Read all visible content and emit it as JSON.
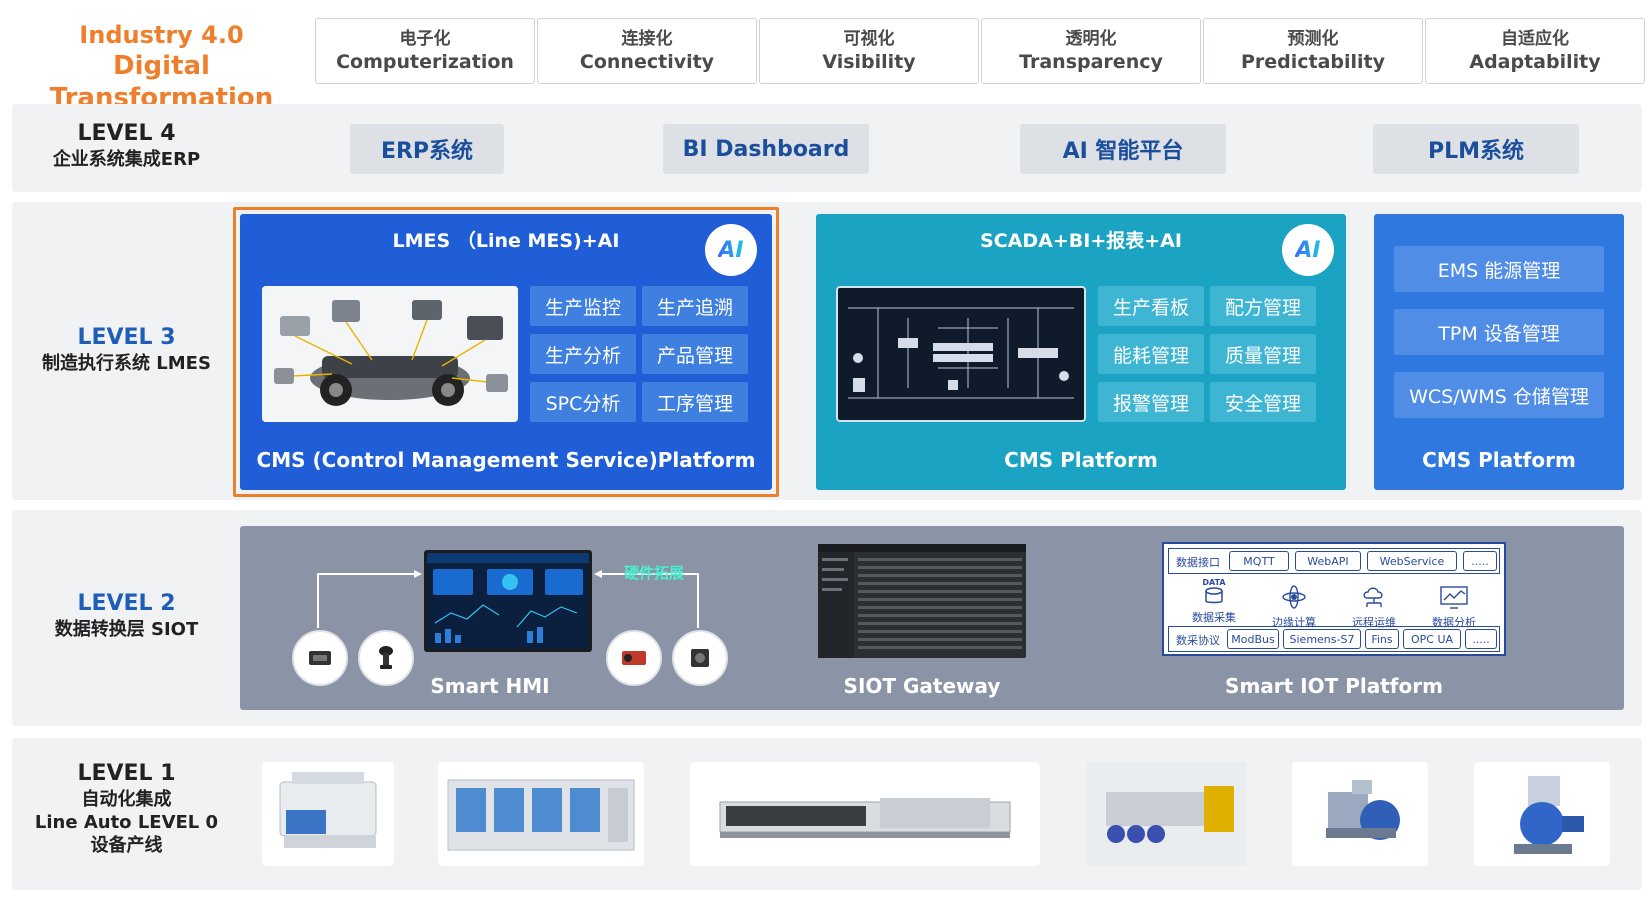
{
  "header": {
    "title_line1": "Industry 4.0",
    "title_line2": "Digital Transformation",
    "pillars": [
      {
        "cn": "电子化",
        "en": "Computerization"
      },
      {
        "cn": "连接化",
        "en": "Connectivity"
      },
      {
        "cn": "可视化",
        "en": "Visibility"
      },
      {
        "cn": "透明化",
        "en": "Transparency"
      },
      {
        "cn": "预测化",
        "en": "Predictability"
      },
      {
        "cn": "自适应化",
        "en": "Adaptability"
      }
    ]
  },
  "level4": {
    "label": "LEVEL 4",
    "sub": "企业系统集成ERP",
    "systems": [
      "ERP系统",
      "BI Dashboard",
      "AI 智能平台",
      "PLM系统"
    ]
  },
  "level3": {
    "label": "LEVEL 3",
    "sub": "制造执行系统 LMES",
    "ai_badge": "AI",
    "lmes": {
      "title": "LMES （Line MES)+AI",
      "functions": [
        "生产监控",
        "生产追溯",
        "生产分析",
        "产品管理",
        "SPC分析",
        "工序管理"
      ],
      "footer": "CMS (Control Management Service)Platform"
    },
    "scada": {
      "title": "SCADA+BI+报表+AI",
      "functions": [
        "生产看板",
        "配方管理",
        "能耗管理",
        "质量管理",
        "报警管理",
        "安全管理"
      ],
      "footer": "CMS Platform"
    },
    "ems": {
      "items": [
        "EMS 能源管理",
        "TPM 设备管理",
        "WCS/WMS 仓储管理"
      ],
      "footer": "CMS Platform"
    }
  },
  "level2": {
    "label": "LEVEL 2",
    "sub": "数据转换层 SIOT",
    "hmi_label": "Smart HMI",
    "hardware_ext": "硬件拓展",
    "gateway_label": "SIOT Gateway",
    "iot_label": "Smart IOT Platform",
    "iot": {
      "row1_label": "数据接口",
      "row1_chips": [
        "MQTT",
        "WebAPI",
        "WebService",
        "....."
      ],
      "icons": [
        {
          "name": "数据采集",
          "tag": "DATA"
        },
        {
          "name": "边缘计算"
        },
        {
          "name": "远程运维"
        },
        {
          "name": "数据分析"
        }
      ],
      "row3_label": "数采协议",
      "row3_chips": [
        "ModBus",
        "Siemens-S7",
        "Fins",
        "OPC UA",
        "....."
      ]
    }
  },
  "level1": {
    "label": "LEVEL 1",
    "sub1": "自动化集成",
    "sub2": "Line  Auto LEVEL  0",
    "sub3": "设备产线"
  },
  "colors": {
    "accent_orange": "#ee7f2d",
    "lmes_blue": "#1f5ed6",
    "scada_teal": "#1aa3c2",
    "ems_blue": "#2f78e0",
    "level2_gray": "#8a94a6"
  }
}
